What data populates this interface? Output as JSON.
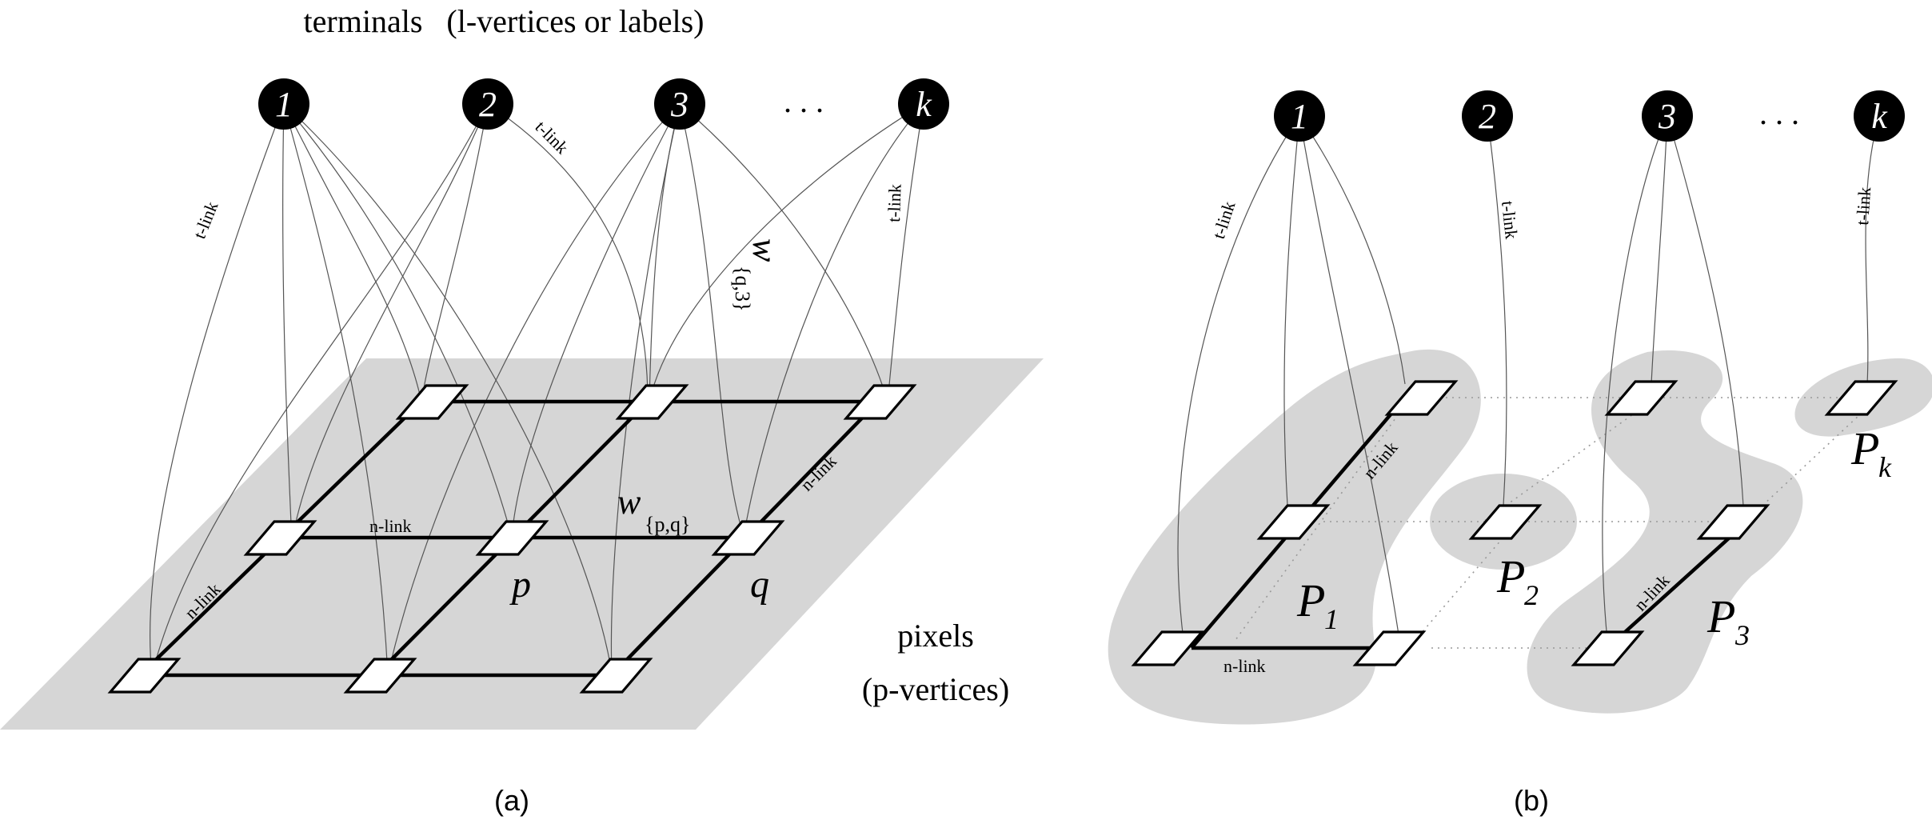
{
  "panel_a": {
    "caption": "(a)",
    "header": "terminals   (l-vertices or labels)",
    "terminals": [
      "1",
      "2",
      "3",
      "k"
    ],
    "ellipsis": ". . .",
    "t_link_label": "t-link",
    "n_link_label": "n-link",
    "weight_pq_main": "w",
    "weight_pq_sub": "{p,q}",
    "weight_q3_main": "w",
    "weight_q3_sub": "{q,3}",
    "pixel_p": "p",
    "pixel_q": "q",
    "pixels_line1": "pixels",
    "pixels_line2": "(p-vertices)"
  },
  "panel_b": {
    "caption": "(b)",
    "terminals": [
      "1",
      "2",
      "3",
      "k"
    ],
    "ellipsis": ". . .",
    "t_link_label": "t-link",
    "n_link_label": "n-link",
    "regions": [
      {
        "main": "P",
        "sub": "1"
      },
      {
        "main": "P",
        "sub": "2"
      },
      {
        "main": "P",
        "sub": "3"
      },
      {
        "main": "P",
        "sub": "k"
      }
    ]
  },
  "colors": {
    "plane": "#d6d6d6",
    "region": "#d6d6d6",
    "terminal_fill": "#000000",
    "link": "#555555"
  }
}
